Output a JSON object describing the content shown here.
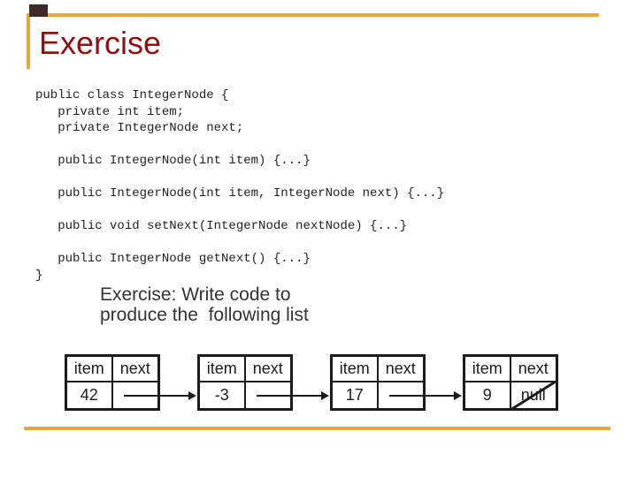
{
  "slide": {
    "title": "Exercise",
    "colors": {
      "accent_gold": "#E9A63E",
      "title_maroon": "#8E1010",
      "accent_square": "#402728",
      "ink": "#1c1c1c"
    }
  },
  "code": {
    "lines": [
      "public class IntegerNode {",
      "   private int item;",
      "   private IntegerNode next;",
      "",
      "   public IntegerNode(int item) {...}",
      "",
      "   public IntegerNode(int item, IntegerNode next) {...}",
      "",
      "   public void setNext(IntegerNode nextNode) {...}",
      "",
      "   public IntegerNode getNext() {...}",
      "}"
    ]
  },
  "prompt": {
    "line1": "Exercise: Write code to",
    "line2": "produce the  following list"
  },
  "list": {
    "header": [
      "item",
      "next"
    ],
    "null_label": "null",
    "nodes": [
      {
        "item": "42",
        "next": "pointer"
      },
      {
        "item": "-3",
        "next": "pointer"
      },
      {
        "item": "17",
        "next": "pointer"
      },
      {
        "item": "9",
        "next": "null"
      }
    ]
  }
}
